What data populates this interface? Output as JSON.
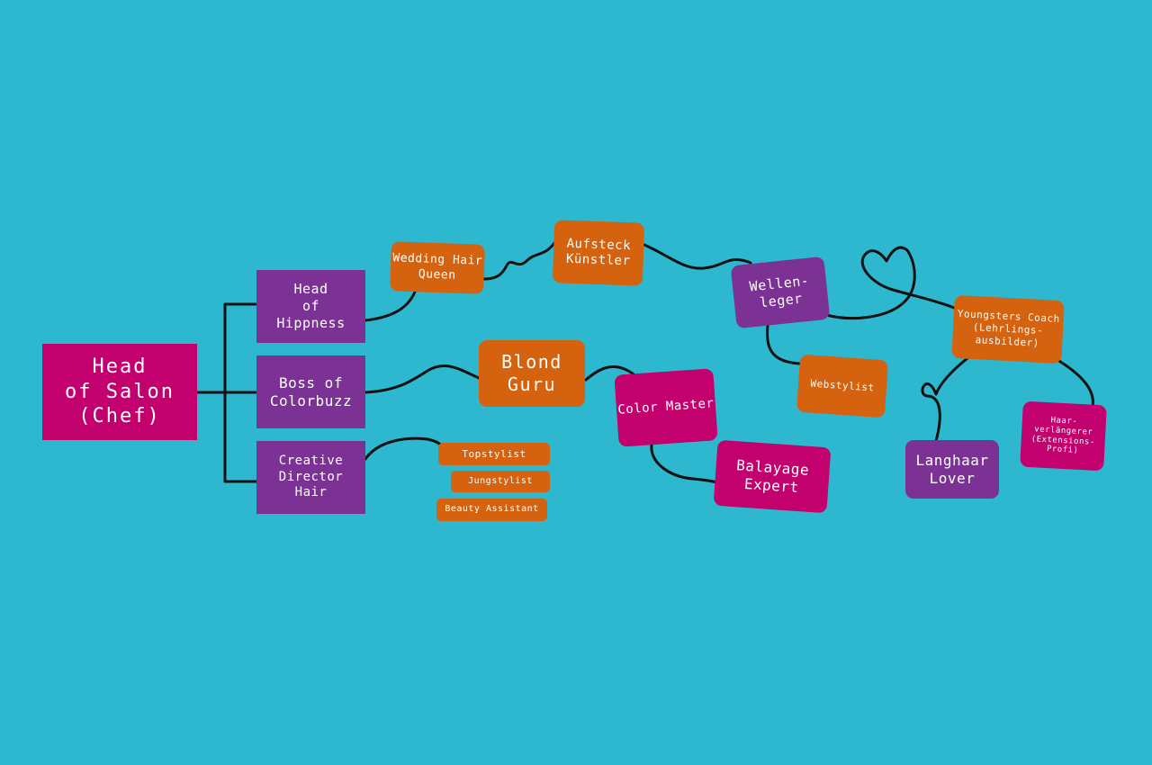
{
  "colors": {
    "background": "#2db8cf",
    "magenta": "#c2006e",
    "purple": "#7b3294",
    "orange": "#d4620f",
    "line": "#111111",
    "text": "#ffffff"
  },
  "nodes": {
    "head_of_salon": "Head\nof Salon\n(Chef)",
    "head_of_hippness": "Head\nof\nHippness",
    "boss_of_colorbuzz": "Boss of\nColorbuzz",
    "creative_director_hair": "Creative\nDirector\nHair",
    "wedding_hair_queen": "Wedding Hair\nQueen",
    "aufsteck_kuenstler": "Aufsteck\nKünstler",
    "wellenleger": "Wellen-\nleger",
    "webstylist": "Webstylist",
    "youngsters_coach": "Youngsters Coach\n(Lehrlings-\nausbilder)",
    "langhaar_lover": "Langhaar\nLover",
    "haarverlaengerer": "Haar-\nverlängerer\n(Extensions-\nProfi)",
    "blond_guru": "Blond\nGuru",
    "color_master": "Color Master",
    "balayage_expert": "Balayage\nExpert",
    "topstylist": "Topstylist",
    "jungstylist": "Jungstylist",
    "beauty_assistant": "Beauty Assistant"
  }
}
